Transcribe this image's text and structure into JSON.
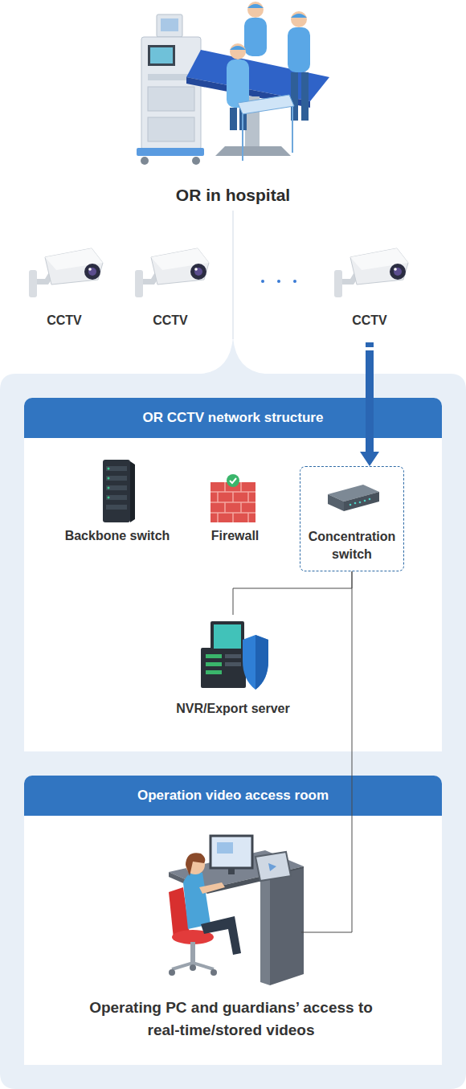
{
  "diagram": {
    "nodes": [
      {
        "text": [
          "CCTV"
        ]
      },
      {
        "text": [
          "CCTV"
        ]
      },
      {
        "text": [
          "CCTV"
        ]
      },
      {
        "text": [
          "OR CCTV network structure"
        ]
      },
      {
        "text": [
          "Backbone switch"
        ],
        "in": 3
      },
      {
        "text": [
          "Firewall"
        ],
        "in": 3
      },
      {
        "text": [
          "Concentration switch"
        ],
        "in": 3
      },
      {
        "text": [
          "NVR/Export server"
        ],
        "in": 3
      },
      {
        "text": [
          "Operation video access room"
        ]
      },
      {
        "text": [
          "Operating PC and guardians’ access to real-time/stored videos"
        ],
        "in": 8
      }
    ],
    "edges": [
      {
        "from": 2,
        "to": 6,
        "arrow": "to"
      },
      {
        "from": 6,
        "to": 7,
        "arrow": "none"
      },
      {
        "from": 6,
        "to": 9,
        "arrow": "none"
      }
    ],
    "labels": [
      "OR in hospital"
    ]
  }
}
